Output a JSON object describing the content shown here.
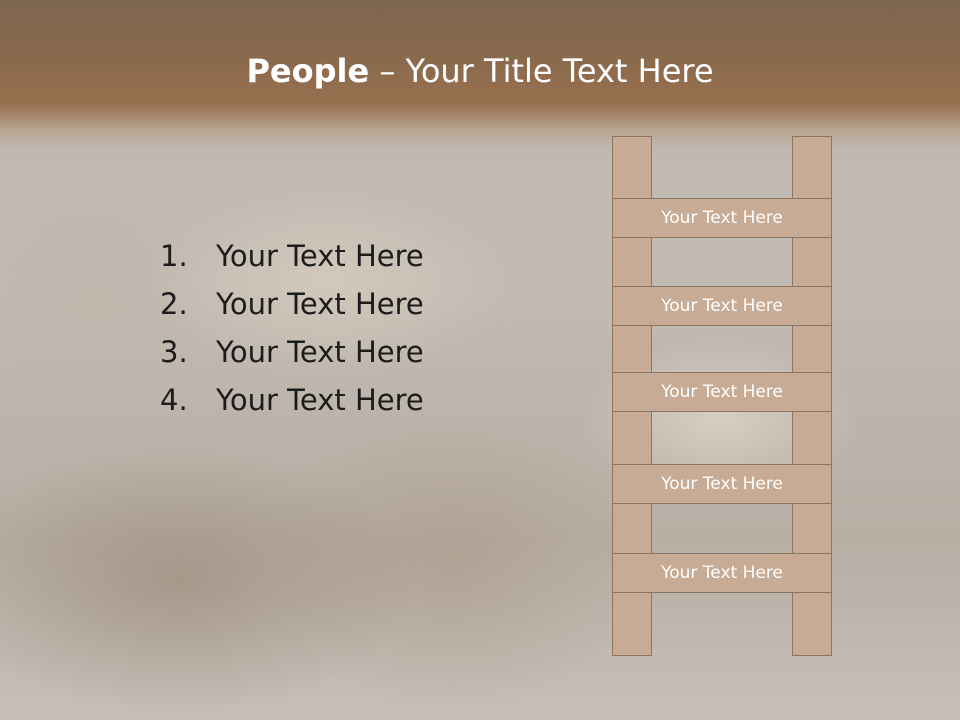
{
  "title": {
    "bold": "People",
    "rest": " – Your Title Text Here"
  },
  "list": [
    {
      "num": "1.",
      "text": "Your Text Here"
    },
    {
      "num": "2.",
      "text": "Your Text Here"
    },
    {
      "num": "3.",
      "text": "Your Text Here"
    },
    {
      "num": "4.",
      "text": "Your Text Here"
    }
  ],
  "ladder": {
    "rungs": [
      "Your Text Here",
      "Your Text Here",
      "Your Text Here",
      "Your Text Here",
      "Your Text Here"
    ]
  }
}
